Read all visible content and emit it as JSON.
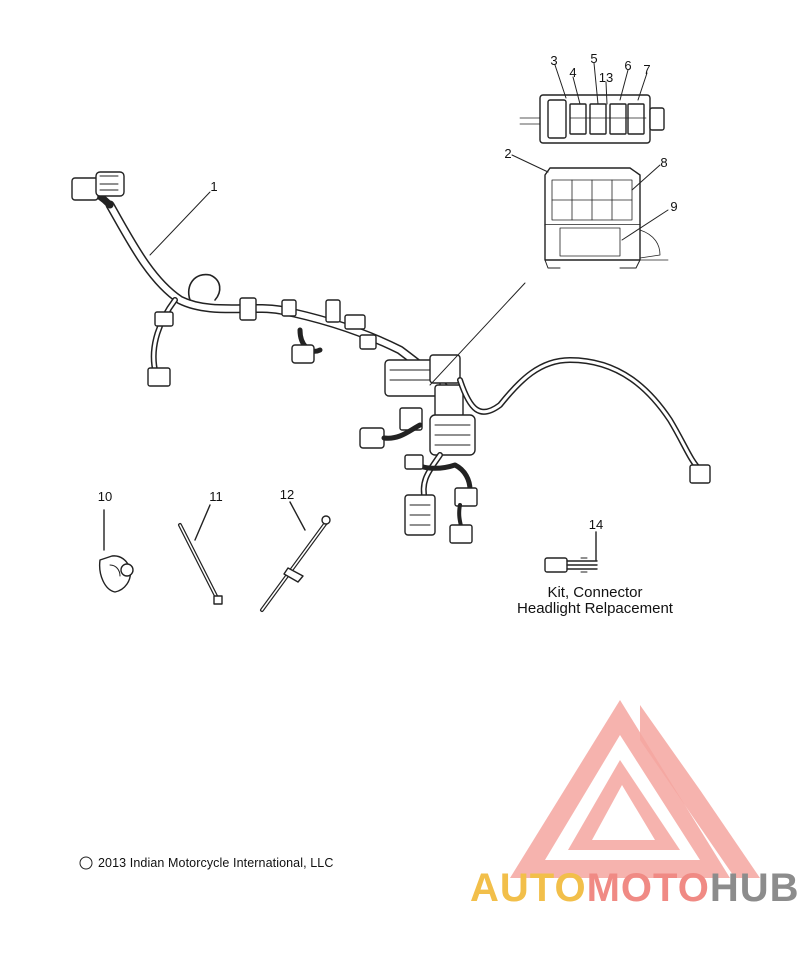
{
  "callouts": {
    "c1": "1",
    "c2": "2",
    "c3": "3",
    "c4": "4",
    "c5": "5",
    "c6": "6",
    "c7": "7",
    "c8": "8",
    "c9": "9",
    "c10": "10",
    "c11": "11",
    "c12": "12",
    "c13": "13",
    "c14": "14"
  },
  "kit": {
    "line1": "Kit, Connector",
    "line2": "Headlight Relpacement"
  },
  "copyright": "2013 Indian Motorcycle International, LLC",
  "watermark": {
    "part1": "AUTO",
    "part2": "MOTO",
    "part3": "HUB",
    "colors": {
      "yellow": "#f2bf4a",
      "pink": "#f08a84",
      "gray": "#8c8c8c"
    }
  }
}
